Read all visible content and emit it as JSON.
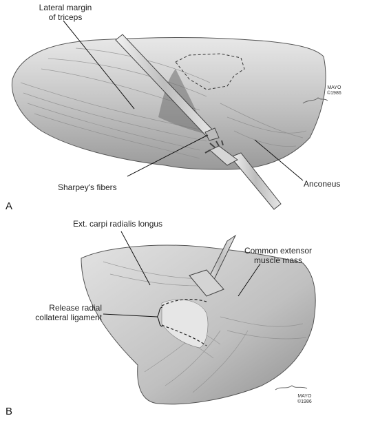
{
  "panel_a": {
    "letter": "A",
    "labels": {
      "lateral_margin_line1": "Lateral margin",
      "lateral_margin_line2": "of triceps",
      "sharpeys_fibers": "Sharpey's fibers",
      "anconeus": "Anconeus"
    },
    "stamp_line1": "MAYO",
    "stamp_line2": "©1986"
  },
  "panel_b": {
    "letter": "B",
    "labels": {
      "ext_carpi": "Ext. carpi radialis longus",
      "common_extensor_line1": "Common extensor",
      "common_extensor_line2": "muscle mass",
      "release_line1": "Release radial",
      "release_line2": "collateral ligament"
    },
    "stamp_line1": "MAYO",
    "stamp_line2": "©1986"
  },
  "colors": {
    "tissue_base": "#c9c9c9",
    "tissue_light": "#e4e4e4",
    "tissue_dark": "#8c8c8c",
    "instrument": "#dcdcdc",
    "leader_line": "#111111"
  }
}
